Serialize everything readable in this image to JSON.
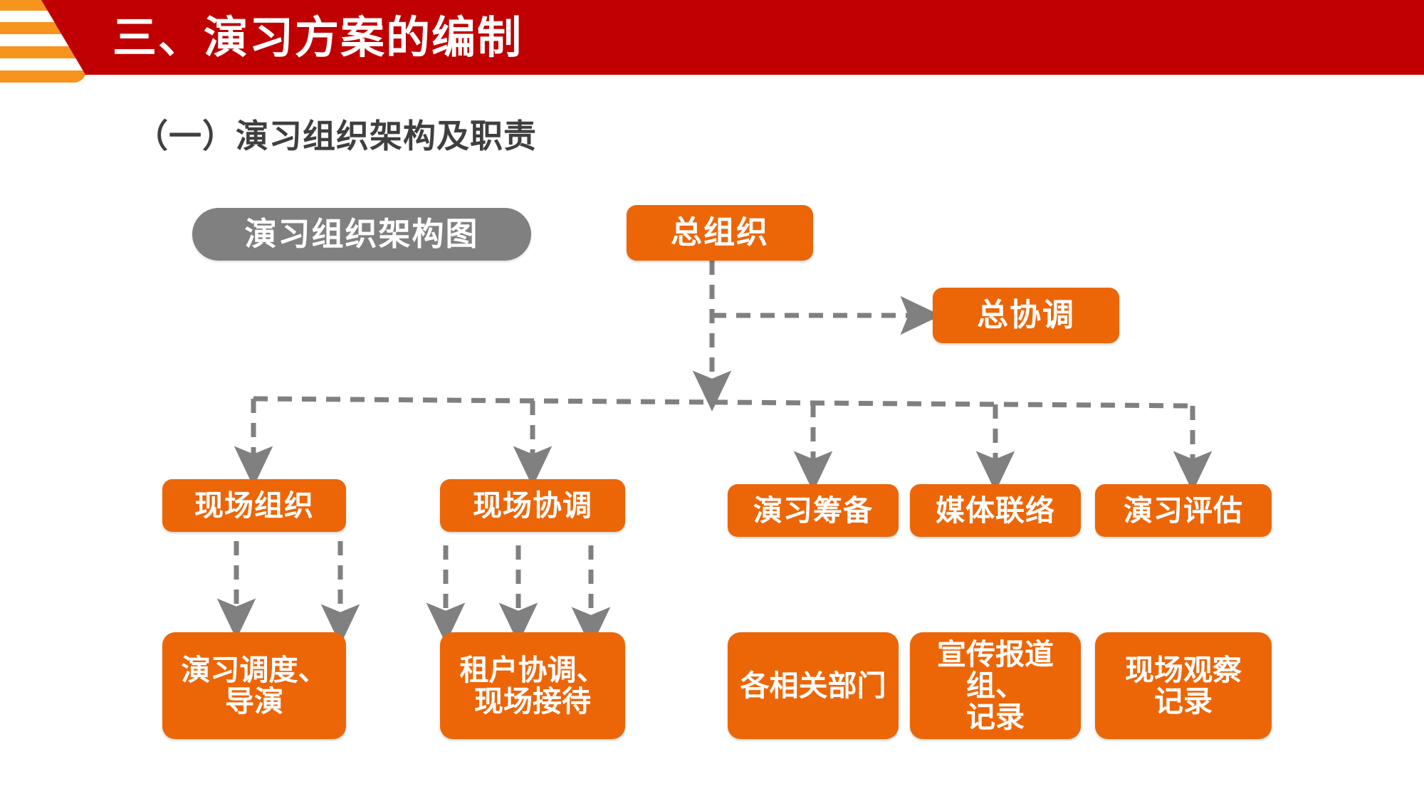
{
  "header": {
    "title": "三、演习方案的编制",
    "bar_color": "#c00000",
    "stripe_color": "#f7941d"
  },
  "sub_heading": "（一）演习组织架构及职责",
  "diagram": {
    "title_pill": "演习组织架构图",
    "accent_color": "#ec6608",
    "connector_color": "#808080",
    "root": {
      "label": "总组织"
    },
    "coordinator": {
      "label": "总协调"
    },
    "middle_row": [
      {
        "label": "现场组织"
      },
      {
        "label": "现场协调"
      },
      {
        "label": "演习筹备"
      },
      {
        "label": "媒体联络"
      },
      {
        "label": "演习评估"
      }
    ],
    "bottom_row": [
      {
        "label": "演习调度、\n导演"
      },
      {
        "label": "租户协调、\n现场接待"
      },
      {
        "label": "各相关部门"
      },
      {
        "label": "宣传报道组、\n记录"
      },
      {
        "label": "现场观察\n记录"
      }
    ]
  }
}
